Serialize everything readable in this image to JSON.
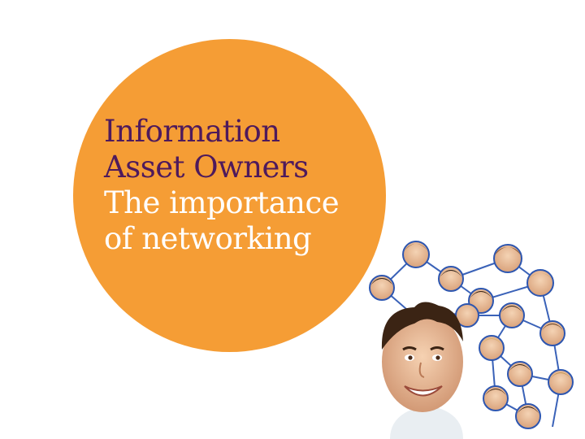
{
  "slide": {
    "title_lines": [
      "Information",
      "Asset Owners"
    ],
    "subtitle_lines": [
      "The importance",
      "of networking"
    ],
    "colors": {
      "circle": "#f59d35",
      "title": "#4e1a5c",
      "subtitle": "#ffffff",
      "network_lines": "#3a62b8",
      "node_ring": "#2d56b0"
    }
  }
}
